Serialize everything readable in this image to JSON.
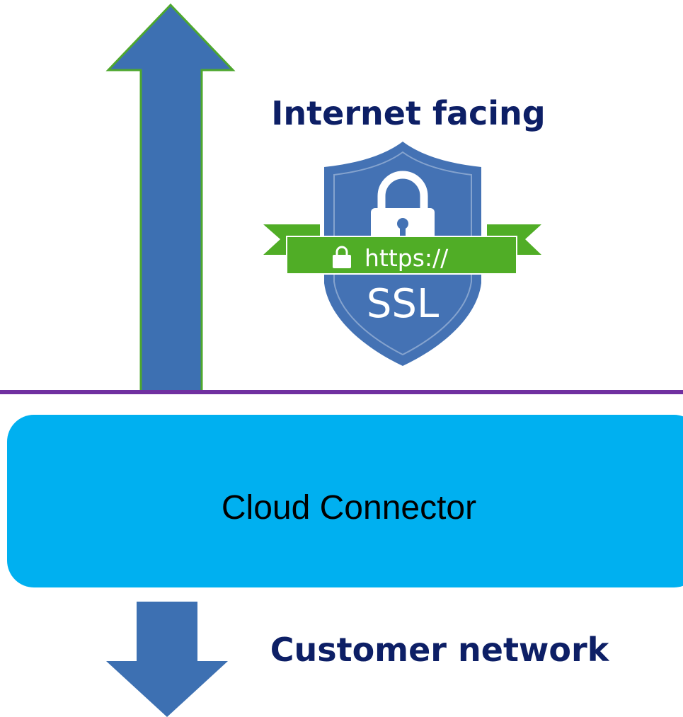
{
  "top_heading": "Internet facing",
  "bottom_heading": "Customer network",
  "connector_label": "Cloud Connector",
  "badge": {
    "ribbon_text": "https://",
    "shield_text": "SSL",
    "icon": "lock-icon"
  },
  "colors": {
    "heading_text": "#0d1f66",
    "arrow_fill": "#3d70b2",
    "arrow_outline": "#4ea72e",
    "boundary_line": "#7030a0",
    "connector_fill": "#00b0f0",
    "shield_fill": "#4472b4",
    "ribbon_fill": "#50ad26",
    "ribbon_dark": "#3e8a1f"
  }
}
